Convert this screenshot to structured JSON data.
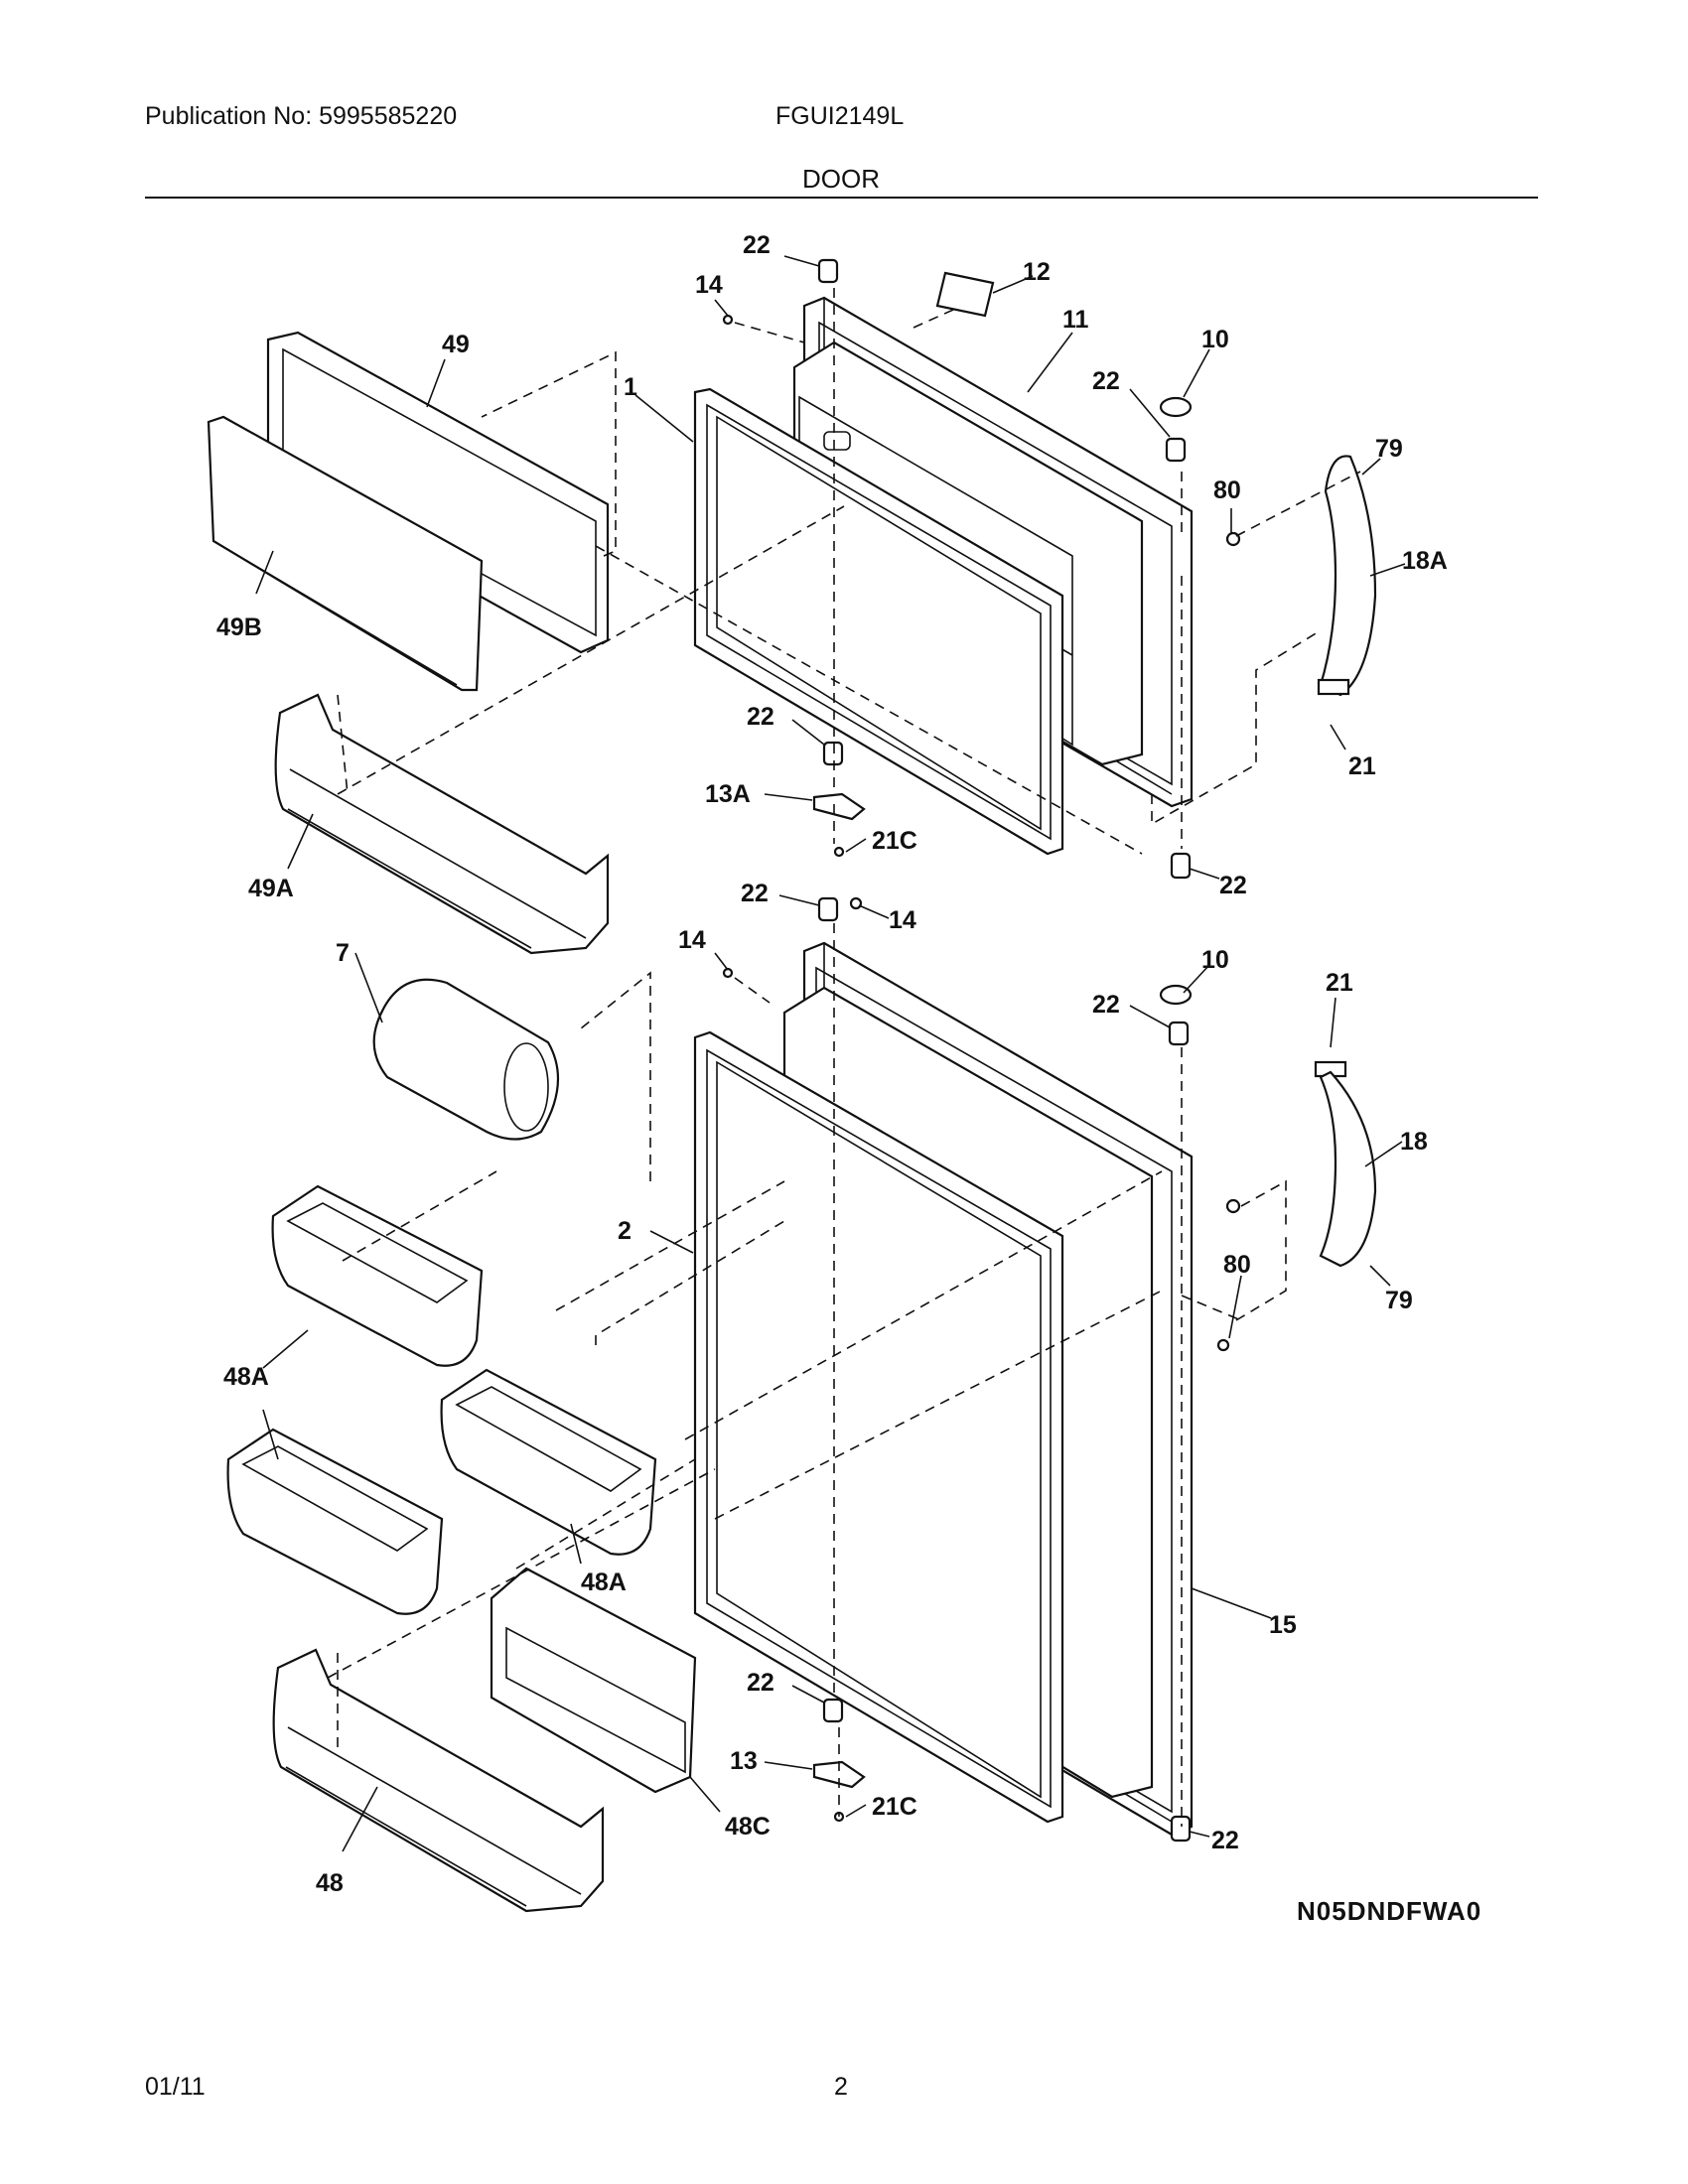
{
  "header": {
    "publication": "Publication No: 5995585220",
    "model": "FGUI2149L",
    "section_title": "DOOR"
  },
  "footer": {
    "date": "01/11",
    "page": "2",
    "diagram_code": "N05DNDFWA0"
  },
  "callouts": {
    "c22a": "22",
    "c14a": "14",
    "c12": "12",
    "c11": "11",
    "c10a": "10",
    "c22b": "22",
    "c49": "49",
    "c1": "1",
    "c80a": "80",
    "c79a": "79",
    "c18A": "18A",
    "c49B": "49B",
    "c22c": "22",
    "c21a": "21",
    "c13A": "13A",
    "c21Ca": "21C",
    "c49A": "49A",
    "c22d": "22",
    "c22e": "22",
    "c14b": "14",
    "c14c": "14",
    "c7": "7",
    "c10b": "10",
    "c21b": "21",
    "c22f": "22",
    "c18": "18",
    "c2": "2",
    "c80b": "80",
    "c79b": "79",
    "c48Aa": "48A",
    "c48Ab": "48A",
    "c15": "15",
    "c22g": "22",
    "c13": "13",
    "c48C": "48C",
    "c21Cb": "21C",
    "c22h": "22",
    "c48": "48"
  }
}
